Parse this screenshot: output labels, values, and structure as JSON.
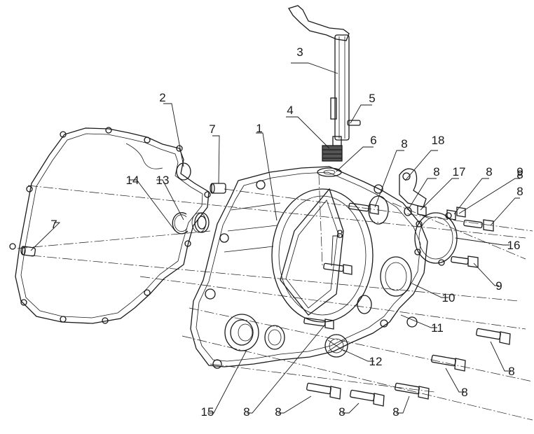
{
  "callouts": [
    {
      "id": "c1",
      "label": "1"
    },
    {
      "id": "c2",
      "label": "2"
    },
    {
      "id": "c3",
      "label": "3"
    },
    {
      "id": "c4",
      "label": "4"
    },
    {
      "id": "c5",
      "label": "5"
    },
    {
      "id": "c6",
      "label": "6"
    },
    {
      "id": "c7a",
      "label": "7"
    },
    {
      "id": "c7b",
      "label": "7"
    },
    {
      "id": "c8a",
      "label": "8"
    },
    {
      "id": "c8b",
      "label": "8"
    },
    {
      "id": "c8c",
      "label": "8"
    },
    {
      "id": "c8d",
      "label": "8"
    },
    {
      "id": "c8e",
      "label": "8"
    },
    {
      "id": "c8f",
      "label": "8"
    },
    {
      "id": "c8g",
      "label": "8"
    },
    {
      "id": "c8h",
      "label": "8"
    },
    {
      "id": "c8i",
      "label": "8"
    },
    {
      "id": "c8j",
      "label": "8"
    },
    {
      "id": "c8k",
      "label": "8"
    },
    {
      "id": "c8l",
      "label": "8"
    },
    {
      "id": "c9a",
      "label": "9"
    },
    {
      "id": "c9b",
      "label": "9"
    },
    {
      "id": "c10",
      "label": "10"
    },
    {
      "id": "c11",
      "label": "11"
    },
    {
      "id": "c12",
      "label": "12"
    },
    {
      "id": "c13",
      "label": "13"
    },
    {
      "id": "c14",
      "label": "14"
    },
    {
      "id": "c15",
      "label": "15"
    },
    {
      "id": "c16",
      "label": "16"
    },
    {
      "id": "c17",
      "label": "17"
    },
    {
      "id": "c18",
      "label": "18"
    }
  ]
}
